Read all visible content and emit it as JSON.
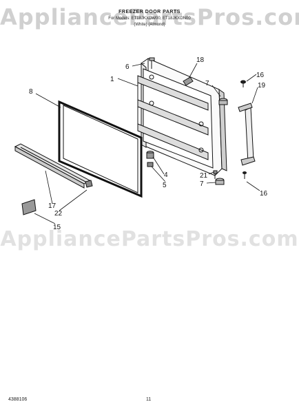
{
  "watermark": "AppliancePartsPros.com",
  "header": {
    "title": "FREEZER DOOR PARTS",
    "models": "For Models: ET18JKXDW00, ET18JKXDN00",
    "finishes": "(White)          (Almond)"
  },
  "callouts": {
    "c1": "1",
    "c4": "4",
    "c5": "5",
    "c6": "6",
    "c7a": "7",
    "c7b": "7",
    "c8": "8",
    "c15": "15",
    "c16a": "16",
    "c16b": "16",
    "c17": "17",
    "c18": "18",
    "c19": "19",
    "c21": "21",
    "c22": "22"
  },
  "footer": {
    "doc_number": "4388106",
    "page": "11"
  }
}
